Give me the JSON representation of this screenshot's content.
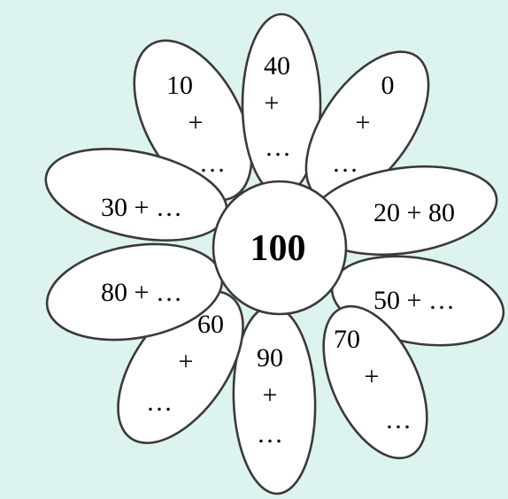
{
  "colors": {
    "background": "#ddf3ef",
    "petal_fill": "#ffffff",
    "outline": "#3a3a3a",
    "text": "#000000"
  },
  "center": {
    "label": "100"
  },
  "petals": [
    {
      "id": "top-left",
      "lines": [
        "10",
        "+",
        "…"
      ]
    },
    {
      "id": "top",
      "lines": [
        "40",
        "+",
        "…"
      ]
    },
    {
      "id": "top-right",
      "lines": [
        "0",
        "+",
        "…"
      ]
    },
    {
      "id": "right-upper",
      "lines": [
        "20 + 80"
      ]
    },
    {
      "id": "right-lower",
      "lines": [
        "50 + …"
      ]
    },
    {
      "id": "bottom-right",
      "lines": [
        "70",
        "+",
        "…"
      ]
    },
    {
      "id": "bottom",
      "lines": [
        "90",
        "+",
        "…"
      ]
    },
    {
      "id": "bottom-left",
      "lines": [
        "60",
        "+",
        "…"
      ]
    },
    {
      "id": "left-lower",
      "lines": [
        "80 + …"
      ]
    },
    {
      "id": "left-upper",
      "lines": [
        "30 + …"
      ]
    }
  ]
}
